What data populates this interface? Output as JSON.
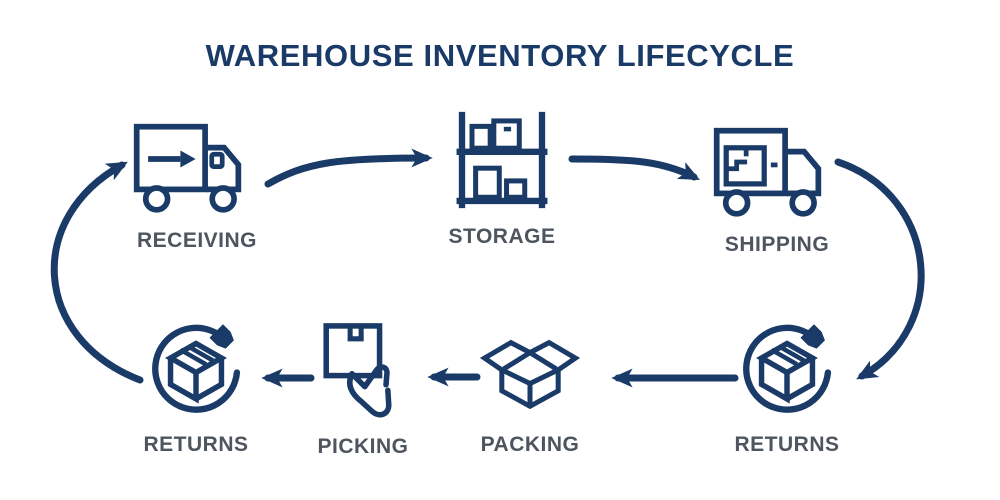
{
  "title": "WAREHOUSE INVENTORY LIFECYCLE",
  "colors": {
    "navy": "#1a3a67",
    "gray": "#4e555f",
    "bg": "#ffffff"
  },
  "nodes": [
    {
      "id": "receiving",
      "label": "RECEIVING",
      "icon": "delivery-truck-arrow-icon",
      "row": "top"
    },
    {
      "id": "storage",
      "label": "STORAGE",
      "icon": "shelf-boxes-icon",
      "row": "top"
    },
    {
      "id": "shipping",
      "label": "SHIPPING",
      "icon": "delivery-truck-parcel-icon",
      "row": "top"
    },
    {
      "id": "returns-right",
      "label": "RETURNS",
      "icon": "box-cycle-icon",
      "row": "bottom"
    },
    {
      "id": "packing",
      "label": "PACKING",
      "icon": "open-box-icon",
      "row": "bottom"
    },
    {
      "id": "picking",
      "label": "PICKING",
      "icon": "hand-box-icon",
      "row": "bottom"
    },
    {
      "id": "returns-left",
      "label": "RETURNS",
      "icon": "box-cycle-icon",
      "row": "bottom"
    }
  ],
  "connections": [
    {
      "from": "receiving",
      "to": "storage"
    },
    {
      "from": "storage",
      "to": "shipping"
    },
    {
      "from": "shipping",
      "to": "returns-right"
    },
    {
      "from": "returns-right",
      "to": "packing"
    },
    {
      "from": "packing",
      "to": "picking"
    },
    {
      "from": "picking",
      "to": "returns-left"
    },
    {
      "from": "returns-left",
      "to": "receiving"
    }
  ]
}
